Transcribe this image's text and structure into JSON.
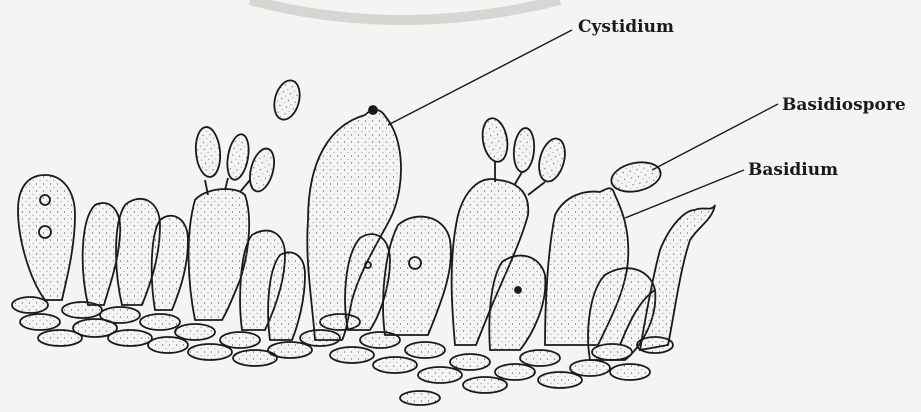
{
  "diagram": {
    "labels": {
      "cystidium": "Cystidium",
      "basidiospore": "Basidiospore",
      "basidium": "Basidium"
    },
    "colors": {
      "ink": "#1a1a1a",
      "background": "#f4f4f2",
      "cell_fill": "#f9f9f7"
    }
  }
}
